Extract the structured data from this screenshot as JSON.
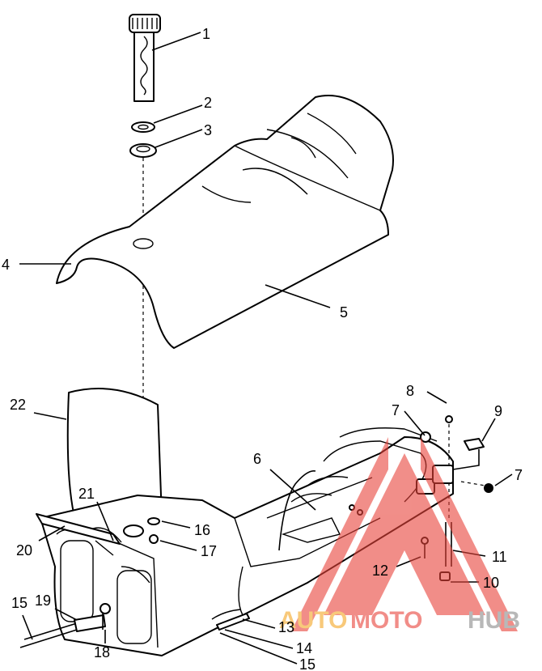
{
  "callouts": [
    {
      "id": "1",
      "label": "1"
    },
    {
      "id": "2",
      "label": "2"
    },
    {
      "id": "3",
      "label": "3"
    },
    {
      "id": "4",
      "label": "4"
    },
    {
      "id": "5",
      "label": "5"
    },
    {
      "id": "6",
      "label": "6"
    },
    {
      "id": "7a",
      "label": "7"
    },
    {
      "id": "7b",
      "label": "7"
    },
    {
      "id": "8",
      "label": "8"
    },
    {
      "id": "9",
      "label": "9"
    },
    {
      "id": "10",
      "label": "10"
    },
    {
      "id": "11",
      "label": "11"
    },
    {
      "id": "12",
      "label": "12"
    },
    {
      "id": "13",
      "label": "13"
    },
    {
      "id": "14",
      "label": "14"
    },
    {
      "id": "15a",
      "label": "15"
    },
    {
      "id": "15b",
      "label": "15"
    },
    {
      "id": "16",
      "label": "16"
    },
    {
      "id": "17",
      "label": "17"
    },
    {
      "id": "18",
      "label": "18"
    },
    {
      "id": "19",
      "label": "19"
    },
    {
      "id": "20",
      "label": "20"
    },
    {
      "id": "21",
      "label": "21"
    },
    {
      "id": "22",
      "label": "22"
    }
  ],
  "watermark": {
    "part1": "AUTO",
    "part2": "MOTO",
    "part3": "HUB",
    "color_orange": "#f5a623",
    "color_red": "#e8433a",
    "color_gray": "#8a8a8a"
  }
}
